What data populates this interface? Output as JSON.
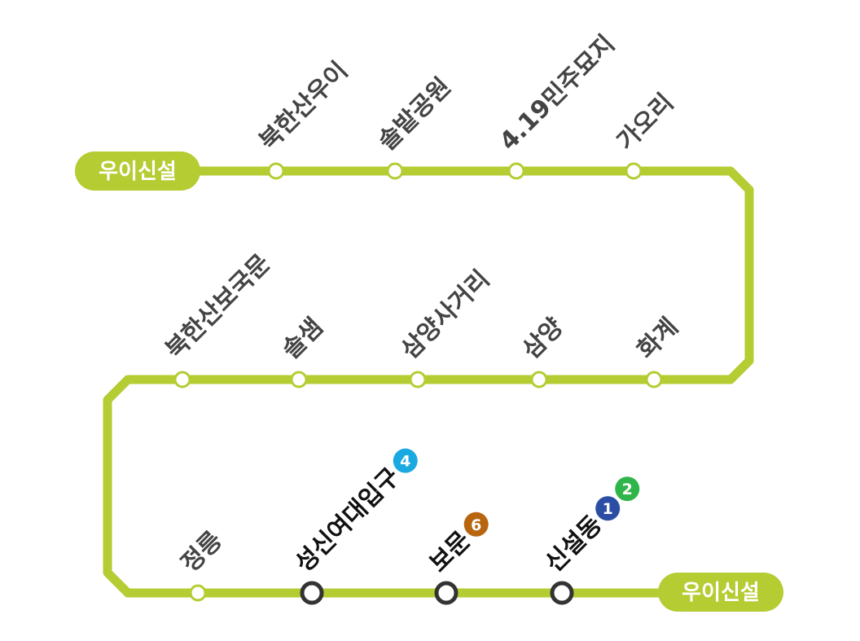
{
  "line": {
    "color": "#b5cc33",
    "terminal_start": "우이신설",
    "terminal_end": "우이신설"
  },
  "colors": {
    "normal_station_fill": "#ffffff",
    "normal_station_stroke": "#b5cc33",
    "transfer_station_stroke": "#333333",
    "normal_label": "#444444",
    "transfer_label": "#111111"
  },
  "stations": [
    {
      "name": "북한산우이",
      "transfer": false,
      "lines": []
    },
    {
      "name": "솔밭공원",
      "transfer": false,
      "lines": []
    },
    {
      "name": "4.19민주묘지",
      "transfer": false,
      "lines": []
    },
    {
      "name": "가오리",
      "transfer": false,
      "lines": []
    },
    {
      "name": "화계",
      "transfer": false,
      "lines": []
    },
    {
      "name": "삼양",
      "transfer": false,
      "lines": []
    },
    {
      "name": "삼양사거리",
      "transfer": false,
      "lines": []
    },
    {
      "name": "솔샘",
      "transfer": false,
      "lines": []
    },
    {
      "name": "북한산보국문",
      "transfer": false,
      "lines": []
    },
    {
      "name": "정릉",
      "transfer": false,
      "lines": []
    },
    {
      "name": "성신여대입구",
      "transfer": true,
      "lines": [
        {
          "num": "4",
          "color": "#1ba9e1"
        }
      ]
    },
    {
      "name": "보문",
      "transfer": true,
      "lines": [
        {
          "num": "6",
          "color": "#b8650f"
        }
      ]
    },
    {
      "name": "신설동",
      "transfer": true,
      "lines": [
        {
          "num": "1",
          "color": "#2b4ea4"
        },
        {
          "num": "2",
          "color": "#2fb54a"
        }
      ]
    }
  ]
}
